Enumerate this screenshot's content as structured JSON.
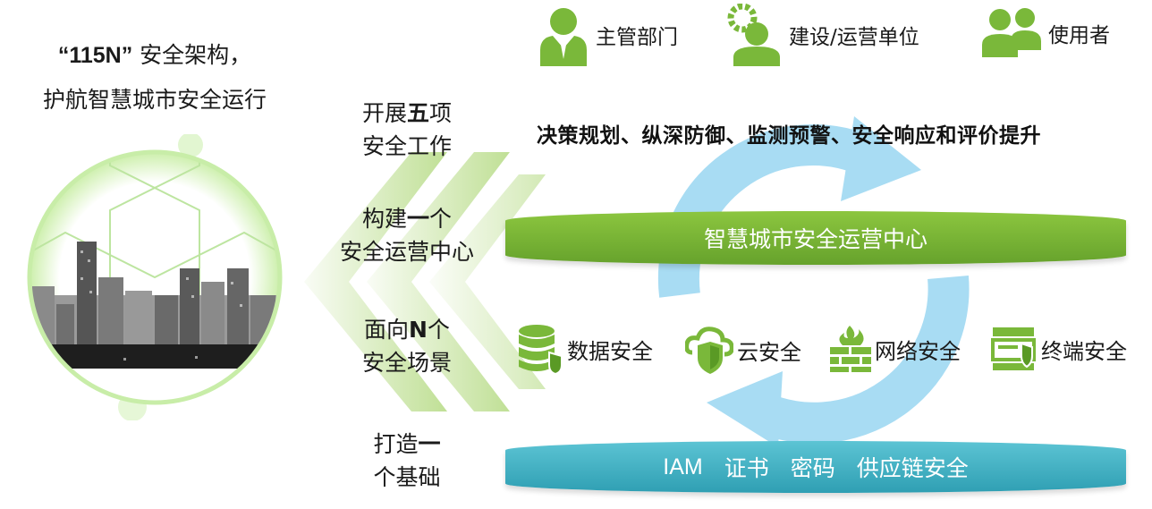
{
  "left_title": {
    "line1_quote": "“115N”",
    "line1_rest": " 安全架构，",
    "line2": "护航智慧城市安全运行"
  },
  "steps": [
    {
      "pre": "开展",
      "bold": "五",
      "post": "项",
      "line2": "安全工作"
    },
    {
      "pre": "构建",
      "bold": "一",
      "post": "个",
      "line2": "安全运营中心"
    },
    {
      "pre": "面向",
      "bold": "N",
      "post": "个",
      "line2": "安全场景"
    },
    {
      "pre": "打造",
      "bold": "一",
      "post": "",
      "line2": "个基础"
    }
  ],
  "roles": [
    {
      "label": "主管部门",
      "icon": "manager-icon"
    },
    {
      "label": "建设/运营单位",
      "icon": "operator-gear-icon"
    },
    {
      "label": "使用者",
      "icon": "users-icon"
    }
  ],
  "tasks_text": "决策规划、纵深防御、监测预警、安全响应和评价提升",
  "center_label": "智慧城市安全运营中心",
  "scenes": [
    {
      "label": "数据安全",
      "icon": "database-shield-icon"
    },
    {
      "label": "云安全",
      "icon": "cloud-shield-icon"
    },
    {
      "label": "网络安全",
      "icon": "firewall-icon"
    },
    {
      "label": "终端安全",
      "icon": "terminal-shield-icon"
    }
  ],
  "base_items": [
    "IAM",
    "证书",
    "密码",
    "供应链安全"
  ],
  "colors": {
    "green": "#7ab83a",
    "blue_cycle": "#9fd8f2",
    "teal": "#3aaec0"
  }
}
